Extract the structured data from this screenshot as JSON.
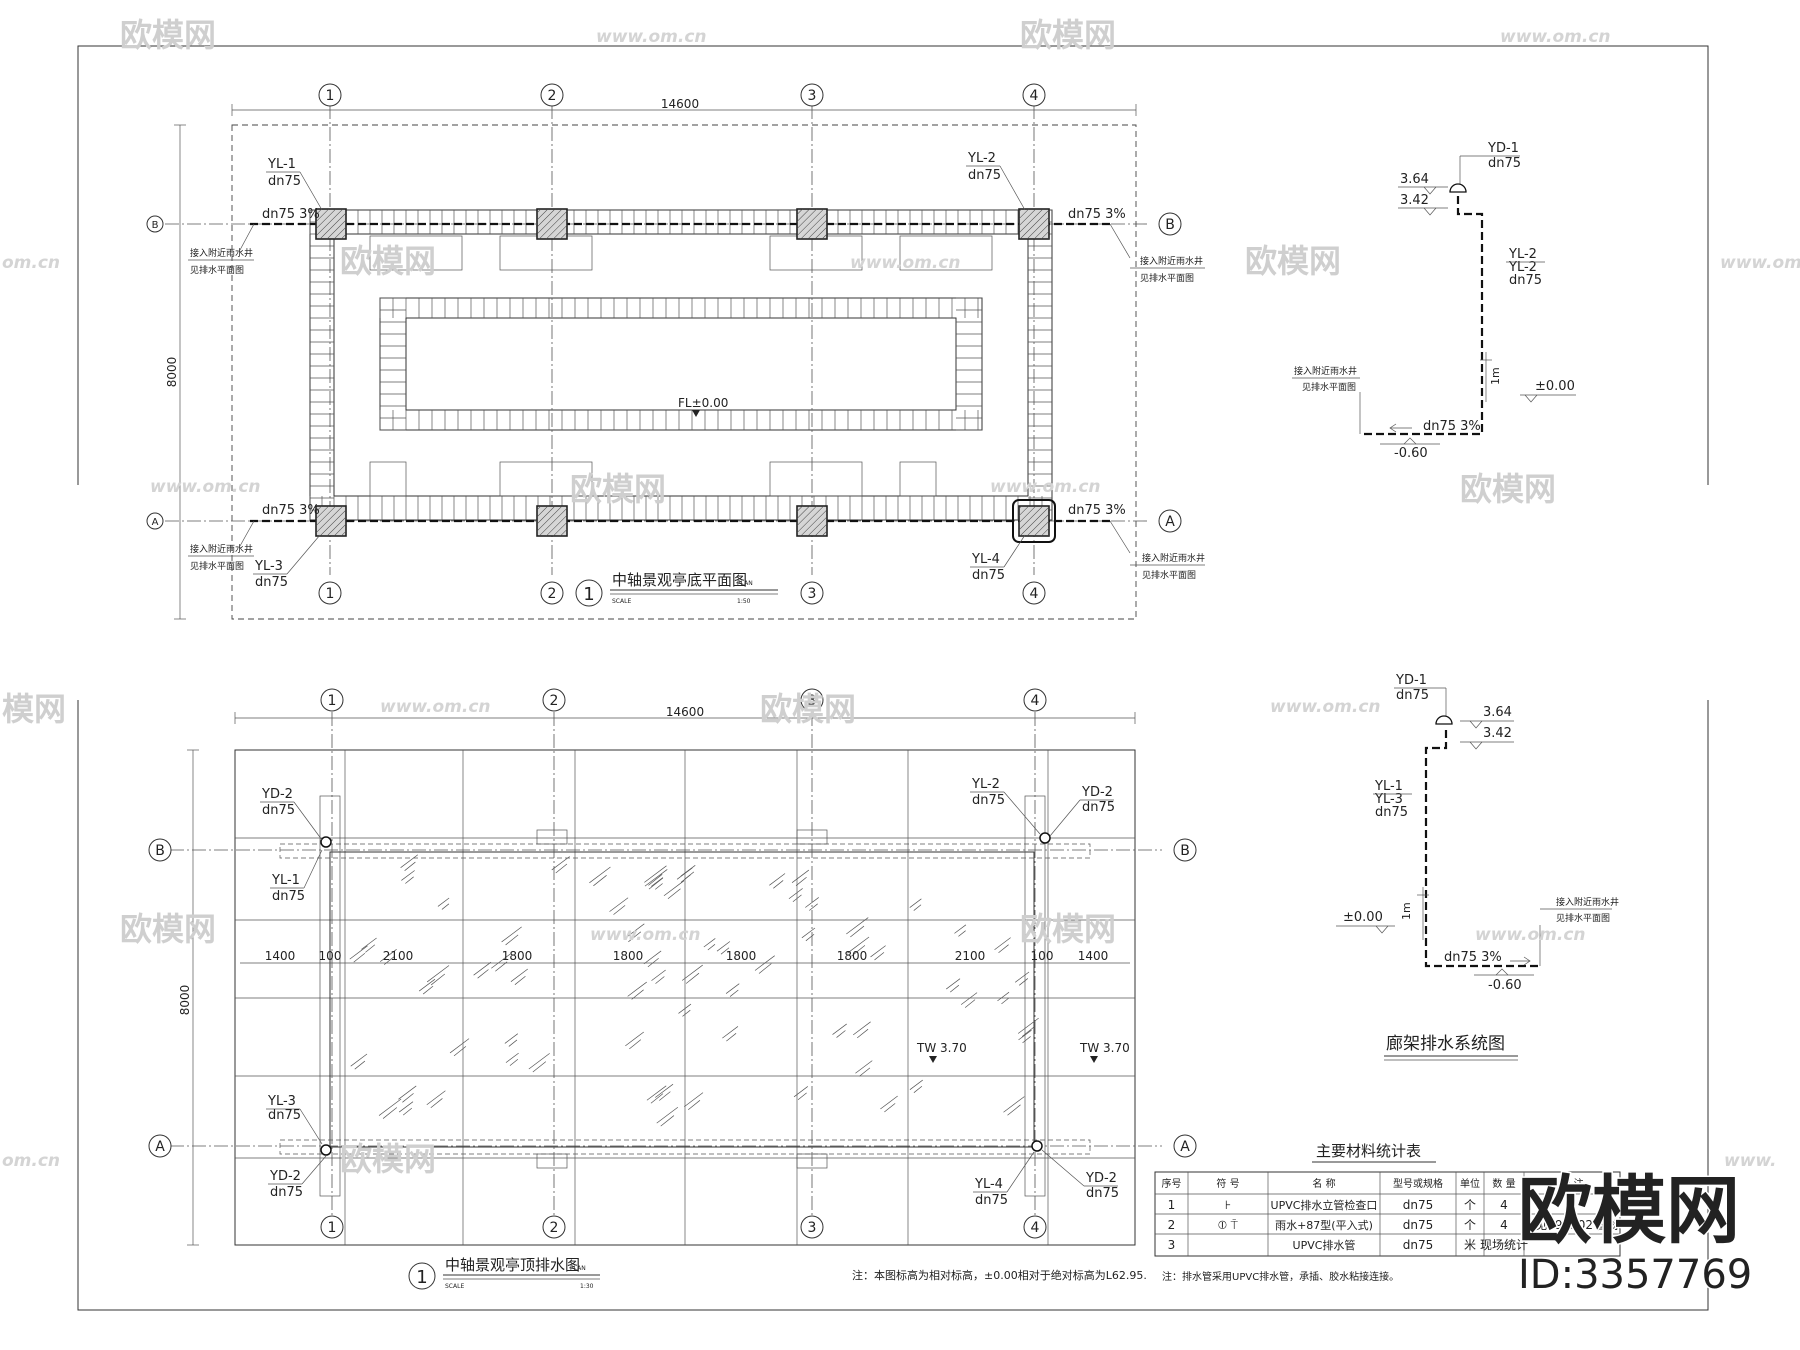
{
  "watermark": {
    "brand": "欧模网",
    "url": "www.om.cn",
    "url_edge_left": "om.cn",
    "url_edge_right": "www.",
    "partial_brand_left": "模网",
    "big_brand": "欧模网",
    "id": "ID:3357769"
  },
  "plan_bottom": {
    "title_num": "1",
    "title": "中轴景观亭底平面图",
    "plan_word": "PLAN",
    "scale_word": "SCALE",
    "scale": "1:50",
    "dim_width": "14600",
    "dim_height": "8000",
    "floor_level": "FL±0.00",
    "axes": [
      "1",
      "2",
      "3",
      "4"
    ],
    "row_axes": [
      "A",
      "B"
    ],
    "yl1": "YL-1",
    "yl2": "YL-2",
    "yl3": "YL-3",
    "yl4": "YL-4",
    "dn75": "dn75",
    "slope": "dn75 3%",
    "note_line1": "接入附近雨水井",
    "note_line2": "见排水平面图"
  },
  "plan_roof": {
    "title_num": "1",
    "title": "中轴景观亭顶排水图",
    "plan_word": "PLAN",
    "scale_word": "SCALE",
    "scale": "1:30",
    "dim_width": "14600",
    "dim_height": "8000",
    "spans": [
      "1400",
      "100",
      "2100",
      "1800",
      "1800",
      "1800",
      "1800",
      "2100",
      "100",
      "1400"
    ],
    "tw1": "TW 3.70",
    "tw2": "TW 3.70",
    "yd2": "YD-2",
    "yl1": "YL-1",
    "yl2": "YL-2",
    "yl3": "YL-3",
    "yl4": "YL-4",
    "dn75": "dn75",
    "note": "注：本图标高为相对标高，±0.00相对于绝对标高为L62.95."
  },
  "system": {
    "title": "廊架排水系统图",
    "top": {
      "yd": "YD-1",
      "yd_dn": "dn75",
      "lv1": "3.64",
      "lv2": "3.42",
      "yl_a": "YL-2",
      "yl_b": "YL-2",
      "yl_dn": "dn75",
      "one_m": "1m",
      "zero": "±0.00",
      "slope": "dn75 3%",
      "bottom": "-0.60",
      "note_line1": "接入附近雨水井",
      "note_line2": "见排水平面图"
    },
    "bottom": {
      "yd": "YD-1",
      "yd_dn": "dn75",
      "lv1": "3.64",
      "lv2": "3.42",
      "yl_a": "YL-1",
      "yl_b": "YL-3",
      "yl_dn": "dn75",
      "one_m": "1m",
      "zero": "±0.00",
      "slope": "dn75 3%",
      "bottom": "-0.60",
      "note_line1": "接入附近雨水井",
      "note_line2": "见排水平面图"
    }
  },
  "materials": {
    "title": "主要材料统计表",
    "headers": [
      "序号",
      "符 号",
      "名 称",
      "型号或规格",
      "单位",
      "数 量",
      "备 注"
    ],
    "rows": [
      [
        "1",
        "⊦",
        "UPVC排水立管检查口",
        "dn75",
        "个",
        "4",
        ""
      ],
      [
        "2",
        "⦶  ⍑",
        "雨水+87型(平入式)",
        "dn75",
        "个",
        "4",
        "详见09S302 国标"
      ],
      [
        "3",
        "",
        "UPVC排水管",
        "dn75",
        "米",
        "现场统计",
        ""
      ]
    ],
    "note": "注：排水管采用UPVC排水管，承插、胶水粘接连接。"
  }
}
